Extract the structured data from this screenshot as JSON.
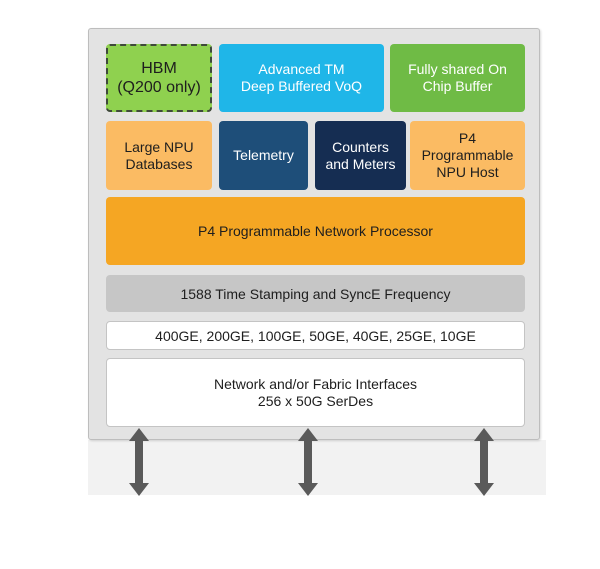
{
  "diagram": {
    "blocks": {
      "hbm": "HBM\n(Q200 only)",
      "advanced_tm": "Advanced TM\nDeep Buffered VoQ",
      "shared_buffer": "Fully shared On\nChip Buffer",
      "npu_databases": "Large NPU\nDatabases",
      "telemetry": "Telemetry",
      "counters_meters": "Counters\nand Meters",
      "p4_npu_host": "P4\nProgrammable\nNPU Host",
      "network_processor": "P4 Programmable Network Processor",
      "time_stamping": "1588 Time Stamping and SyncE Frequency",
      "ethernet_speeds": "400GE, 200GE, 100GE, 50GE, 40GE, 25GE, 10GE",
      "interfaces": "Network and/or Fabric Interfaces\n256 x 50G SerDes"
    },
    "arrow_count": 3,
    "colors": {
      "chip_background": "#e3e3e3",
      "green_light": "#8fd14f",
      "cyan": "#1fb6e8",
      "green": "#6fbb45",
      "orange_light": "#fbbb63",
      "navy": "#1e4e79",
      "navy_dark": "#152d52",
      "orange": "#f5a623",
      "gray": "#c6c6c6",
      "arrow": "#5a5a5a"
    }
  }
}
